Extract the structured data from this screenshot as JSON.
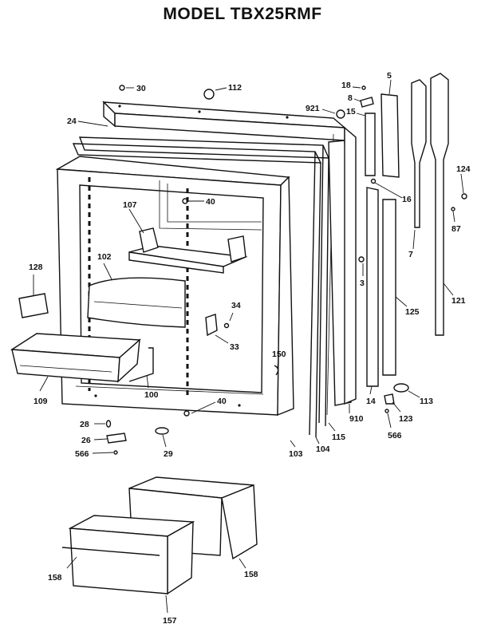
{
  "title": "MODEL TBX25RMF",
  "parts": [
    {
      "id": "p30",
      "label": "30"
    },
    {
      "id": "p112",
      "label": "112"
    },
    {
      "id": "p24",
      "label": "24"
    },
    {
      "id": "p921",
      "label": "921"
    },
    {
      "id": "p18",
      "label": "18"
    },
    {
      "id": "p8",
      "label": "8"
    },
    {
      "id": "p15",
      "label": "15"
    },
    {
      "id": "p5",
      "label": "5"
    },
    {
      "id": "p16",
      "label": "16"
    },
    {
      "id": "p124",
      "label": "124"
    },
    {
      "id": "p87",
      "label": "87"
    },
    {
      "id": "p7",
      "label": "7"
    },
    {
      "id": "p107",
      "label": "107"
    },
    {
      "id": "p40a",
      "label": "40"
    },
    {
      "id": "p102",
      "label": "102"
    },
    {
      "id": "p128",
      "label": "128"
    },
    {
      "id": "p3",
      "label": "3"
    },
    {
      "id": "p125",
      "label": "125"
    },
    {
      "id": "p121",
      "label": "121"
    },
    {
      "id": "p34",
      "label": "34"
    },
    {
      "id": "p33",
      "label": "33"
    },
    {
      "id": "p150",
      "label": "150"
    },
    {
      "id": "p109",
      "label": "109"
    },
    {
      "id": "p100",
      "label": "100"
    },
    {
      "id": "p40b",
      "label": "40"
    },
    {
      "id": "p14",
      "label": "14"
    },
    {
      "id": "p113",
      "label": "113"
    },
    {
      "id": "p910",
      "label": "910"
    },
    {
      "id": "p123",
      "label": "123"
    },
    {
      "id": "p115",
      "label": "115"
    },
    {
      "id": "p104",
      "label": "104"
    },
    {
      "id": "p103",
      "label": "103"
    },
    {
      "id": "p566a",
      "label": "566"
    },
    {
      "id": "p28",
      "label": "28"
    },
    {
      "id": "p26",
      "label": "26"
    },
    {
      "id": "p566b",
      "label": "566"
    },
    {
      "id": "p29",
      "label": "29"
    },
    {
      "id": "p158a",
      "label": "158"
    },
    {
      "id": "p158b",
      "label": "158"
    },
    {
      "id": "p157",
      "label": "157"
    }
  ]
}
